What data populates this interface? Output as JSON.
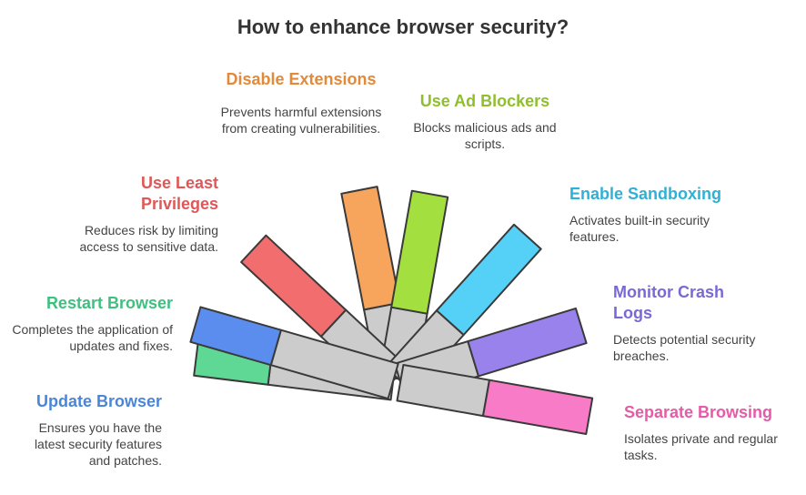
{
  "title": "How to enhance browser security?",
  "steps": [
    {
      "title": "Update Browser",
      "description": "Ensures you have the latest security features and patches.",
      "color": "#5b8def"
    },
    {
      "title": "Restart Browser",
      "description": "Completes the application of updates and fixes.",
      "color": "#5fd896"
    },
    {
      "title": "Use Least Privileges",
      "description": "Reduces risk by limiting access to sensitive data.",
      "color": "#f26e6e"
    },
    {
      "title": "Disable Extensions",
      "description": "Prevents harmful extensions from creating vulnerabilities.",
      "color": "#f7a45c"
    },
    {
      "title": "Use Ad Blockers",
      "description": "Blocks malicious ads and scripts.",
      "color": "#a3df3e"
    },
    {
      "title": "Enable Sandboxing",
      "description": "Activates built-in security features.",
      "color": "#55d1f7"
    },
    {
      "title": "Monitor Crash Logs",
      "description": "Detects potential security breaches.",
      "color": "#9a82ec"
    },
    {
      "title": "Separate Browsing",
      "description": "Isolates private and regular tasks.",
      "color": "#f77bc6"
    }
  ],
  "colors": {
    "update_text": "#4a86d8",
    "restart_text": "#3ec07e",
    "least_text": "#e05757",
    "disable_text": "#e38a3a",
    "adblock_text": "#8fbf2e",
    "sandbox_text": "#2fb1d6",
    "crash_text": "#7b68d6",
    "separate_text": "#e65aa8",
    "hub_fill": "#cccccc",
    "stroke": "#3a3a3a"
  }
}
